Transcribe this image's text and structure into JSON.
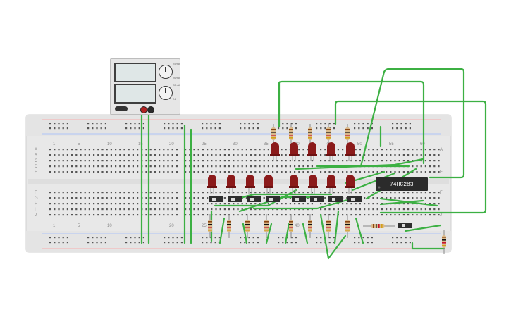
{
  "power_supply": {
    "knob_top_labels": [
      "25mA",
      "26mA"
    ],
    "knob_bottom_labels": [
      "22mA",
      "24"
    ]
  },
  "chip": {
    "label": "74HC283"
  },
  "breadboard": {
    "row_letters_top": [
      "A",
      "B",
      "C",
      "D",
      "E"
    ],
    "row_letters_bottom": [
      "F",
      "G",
      "H",
      "I",
      "J"
    ],
    "column_numbers": [
      "1",
      "5",
      "10",
      "15",
      "20",
      "25",
      "30",
      "35",
      "40",
      "45",
      "50",
      "55",
      "60"
    ]
  },
  "colors": {
    "wire": "#3cb043",
    "led": "#8b1a1a",
    "resistor_body": "#d9b98a",
    "board": "#e8e8e8",
    "chip": "#2b2b2b"
  }
}
